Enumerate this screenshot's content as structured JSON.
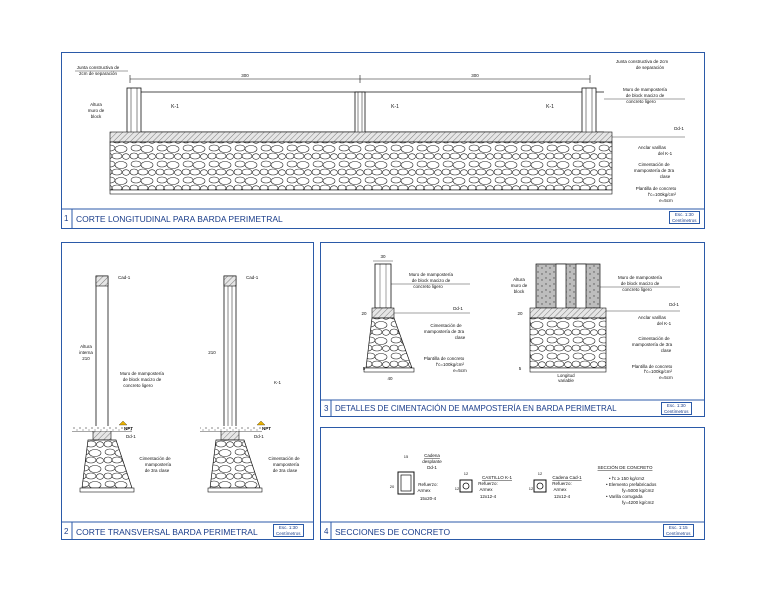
{
  "panel1": {
    "number": "1",
    "title": "CORTE LONGITUDINAL PARA BARDA PERIMETRAL",
    "scale": "Esc. 1:30",
    "units": "Centímetros",
    "labels": {
      "junta_left": "Junta constructiva de",
      "junta_left2": "2cm de separación",
      "junta_right": "Junta constructiva de 2cm",
      "junta_right2": "de separación",
      "altura1": "Altura",
      "altura2": "muro de",
      "altura3": "block",
      "k1a": "K-1",
      "k1b": "K-1",
      "k1c": "K-1",
      "muro1": "Muro de mampostería",
      "muro2": "de block macizo de",
      "muro3": "concreto ligero",
      "dd1": "Dd-1",
      "anclar1": "Anclar varillas",
      "anclar2": "del K-1",
      "cimen1": "Cimentación de",
      "cimen2": "mampostería de 3ra",
      "cimen3": "clase",
      "plantilla1": "Plantilla de concreto",
      "plantilla2": "f'c=100kg/cm²",
      "plantilla3": "e=5cm",
      "dim1": "300",
      "dim2": "300"
    }
  },
  "panel2": {
    "number": "2",
    "title": "CORTE TRANSVERSAL BARDA PERIMETRAL",
    "scale": "Esc. 1:30",
    "units": "Centímetros",
    "labels": {
      "cad1a": "Cad-1",
      "cad1b": "Cad-1",
      "altura1": "Altura",
      "altura2": "interna",
      "altura3": "210",
      "alt210": "210",
      "muro1": "Muro de mampostería",
      "muro2": "de block macizo de",
      "muro3": "concreto ligero",
      "k1": "K-1",
      "npt1": "NPT",
      "npt2": "NPT",
      "dd1a": "Dd-1",
      "dd1b": "Dd-1",
      "cimen1": "Cimentación de",
      "cimen2": "mampostería",
      "cimen3": "de 3ra clase",
      "cimen4": "Cimentación de",
      "cimen5": "mampostería",
      "cimen6": "de 3ra clase"
    }
  },
  "panel3": {
    "number": "3",
    "title": "DETALLES DE CIMENTACIÓN DE MAMPOSTERÍA EN BARDA PERIMETRAL",
    "scale": "Esc. 1:30",
    "units": "Centímetros",
    "labels": {
      "d30": "30",
      "d20a": "20",
      "d20b": "20",
      "d5a": "5",
      "d5b": "5",
      "d40": "40",
      "muro1": "Muro de mampostería",
      "muro2": "de block macizo de",
      "muro3": "concreto ligero",
      "dd1a": "Dd-1",
      "cimen1": "Cimentación de",
      "cimen2": "mampostería de 3ra",
      "cimen3": "clase",
      "plantilla1": "Plantilla de concreto",
      "plantilla2": "f'c=100kg/cm²",
      "plantilla3": "e=5cm",
      "altura1": "Altura",
      "altura2": "muro de",
      "altura3": "block",
      "muro4": "Muro de mampostería",
      "muro5": "de block macizo de",
      "muro6": "concreto ligero",
      "dd1b": "Dd-1",
      "anclar1": "Anclar varillas",
      "anclar2": "del K-1",
      "cimen4": "Cimentación de",
      "cimen5": "mampostería de 3ra",
      "cimen6": "clase",
      "plantilla4": "Plantilla de concreto",
      "plantilla5": "f'c=100kg/cm²",
      "plantilla6": "e=5cm",
      "longitud1": "Longitud",
      "longitud2": "variable"
    }
  },
  "panel4": {
    "number": "4",
    "title": "SECCIONES DE CONCRETO",
    "scale": "Esc. 1:15",
    "units": "Centímetros",
    "labels": {
      "s15": "15",
      "s20": "20",
      "s12a": "12",
      "s12b": "12",
      "s12c": "12",
      "s12d": "12",
      "cadena1": "Cadena",
      "cadena2": "desplante",
      "cadena3": "Dd-1",
      "cadena4": "Refuerzo:",
      "cadena5": "Armex",
      "cadena6": "15x20-4",
      "castillo1": "CASTILLO K-1",
      "castillo2": "Refuerzo:",
      "castillo3": "Armex",
      "castillo4": "12x12-4",
      "cad1": "Cadena Cad-1",
      "cad2": "Refuerzo:",
      "cad3": "Armex",
      "cad4": "12x12-4",
      "seccion": "SECCIÓN DE CONCRETO",
      "spec1": "• f'c ≥ 150 kg/cm2",
      "spec2": "• Elemento prefabricados",
      "spec3": "fy=5000 kg/cm2",
      "spec4": "• Varilla corrugada",
      "spec5": "fy=4200 kg/cm2"
    }
  }
}
